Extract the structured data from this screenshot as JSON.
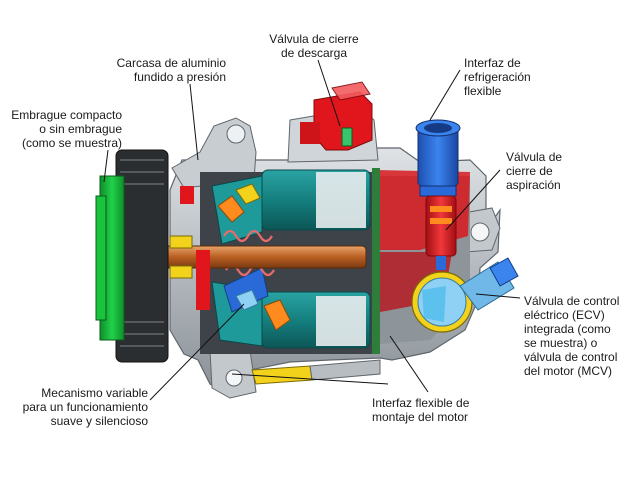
{
  "labels": {
    "clutch": [
      "Embrague compacto",
      "o sin embrague",
      "(como se muestra)"
    ],
    "housing": [
      "Carcasa de aluminio",
      "fundido a presión"
    ],
    "discharge_valve": [
      "Válvula de cierre",
      "de descarga"
    ],
    "cooling_interface": [
      "Interfaz de",
      "refrigeración",
      "flexible"
    ],
    "suction_valve": [
      "Válvula de",
      "cierre de",
      "aspiración"
    ],
    "ecv": [
      "Válvula de control",
      "eléctrico (ECV)",
      "integrada (como",
      "se muestra) o",
      "válvula de control",
      "del motor (MCV)"
    ],
    "mount_interface": [
      "Interfaz flexible de",
      "montaje del motor"
    ],
    "variable_mechanism": [
      "Mecanismo variable",
      "para un funcionamiento",
      "suave y silencioso"
    ]
  },
  "colors": {
    "clutch": "#19c43c",
    "housing": "#b9bec3",
    "housing_dark": "#6f767c",
    "piston": "#157f7f",
    "shaft": "#c06a2a",
    "red": "#e0161c",
    "blue": "#2a6ad8",
    "light_blue": "#8fd0f5",
    "yellow": "#f2d21b",
    "orange": "#ff8a1e"
  }
}
